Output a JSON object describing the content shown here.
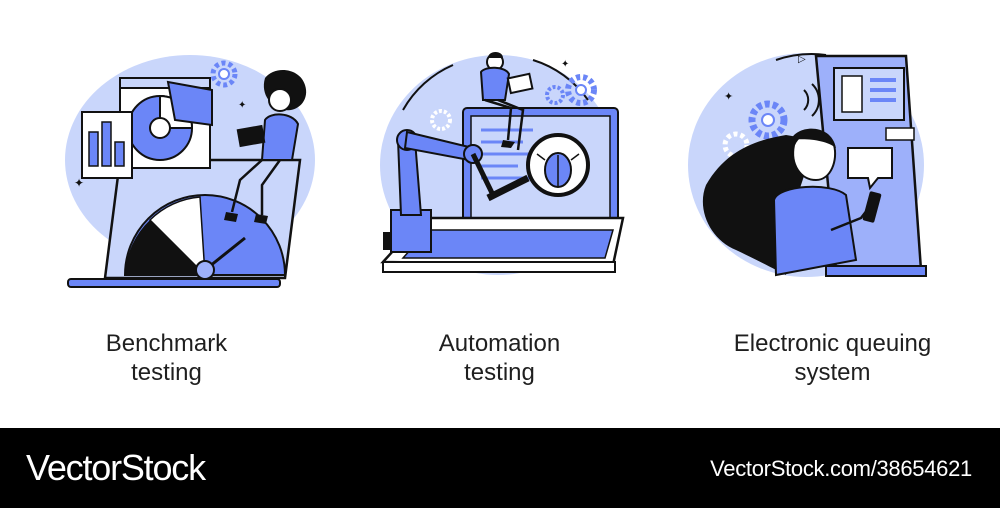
{
  "panels": [
    {
      "line1": "Benchmark",
      "line2": "testing"
    },
    {
      "line1": "Automation",
      "line2": "testing"
    },
    {
      "line1": "Electronic queuing",
      "line2": "system"
    }
  ],
  "footer": {
    "brand": "VectorStock",
    "image_id": "VectorStock.com/38654621"
  },
  "colors": {
    "blob": "#c9d6fb",
    "accent": "#6b86f7",
    "ink": "#111111",
    "footer_bg": "#000000"
  }
}
